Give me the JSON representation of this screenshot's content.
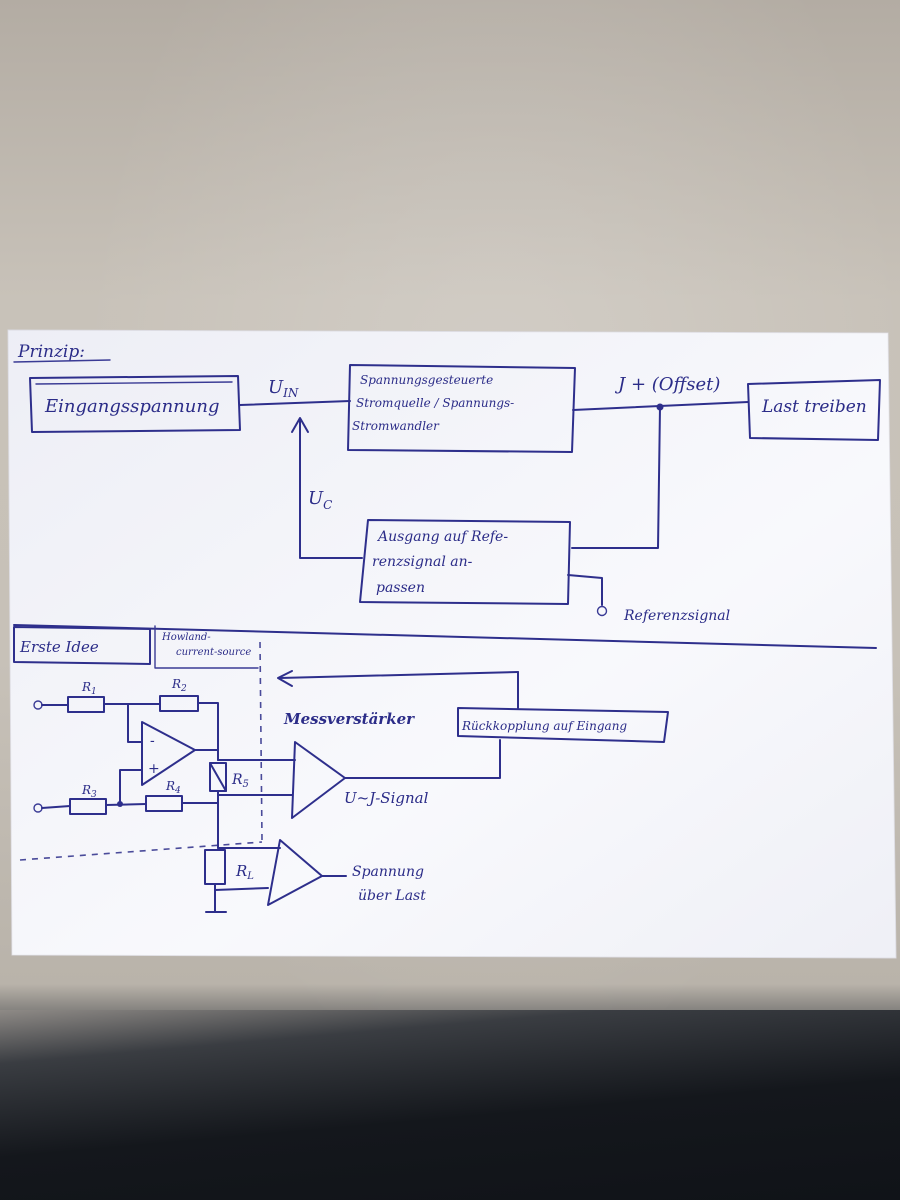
{
  "heading": "Prinzip:",
  "blocks": {
    "input_voltage": "Eingangsspannung",
    "vcc_source_line1": "Spannungsgesteuerte",
    "vcc_source_line2": "Stromquelle / Spannungs-",
    "vcc_source_line3": "Stromwandler",
    "drive_load": "Last treiben",
    "adapt_line1": "Ausgang auf Refe-",
    "adapt_line2": "renzsignal an-",
    "adapt_line3": "passen"
  },
  "signals": {
    "u_in": "U",
    "u_in_sub": "IN",
    "current_offset": "J + (Offset)",
    "u_c": "U",
    "u_c_sub": "C",
    "reference": "Referenzsignal"
  },
  "second_section": {
    "title": "Erste Idee",
    "howland_line1": "Howland-",
    "howland_line2": "current-source",
    "feedback": "Rückkopplung auf Eingang",
    "measuring_amp": "Messverstärker",
    "u_j_signal": "U~J-Signal",
    "load_voltage_line1": "Spannung",
    "load_voltage_line2": "über Last"
  },
  "components": {
    "r1": "R",
    "r1_sub": "1",
    "r2": "R",
    "r2_sub": "2",
    "r3": "R",
    "r3_sub": "3",
    "r4": "R",
    "r4_sub": "4",
    "r5": "R",
    "r5_sub": "5",
    "rl": "R",
    "rl_sub": "L",
    "opamp_minus": "-",
    "opamp_plus": "+"
  },
  "colors": {
    "ink": "#2e2f8c",
    "paper": "#f4f5fa",
    "desk": "#c7c1b8"
  }
}
